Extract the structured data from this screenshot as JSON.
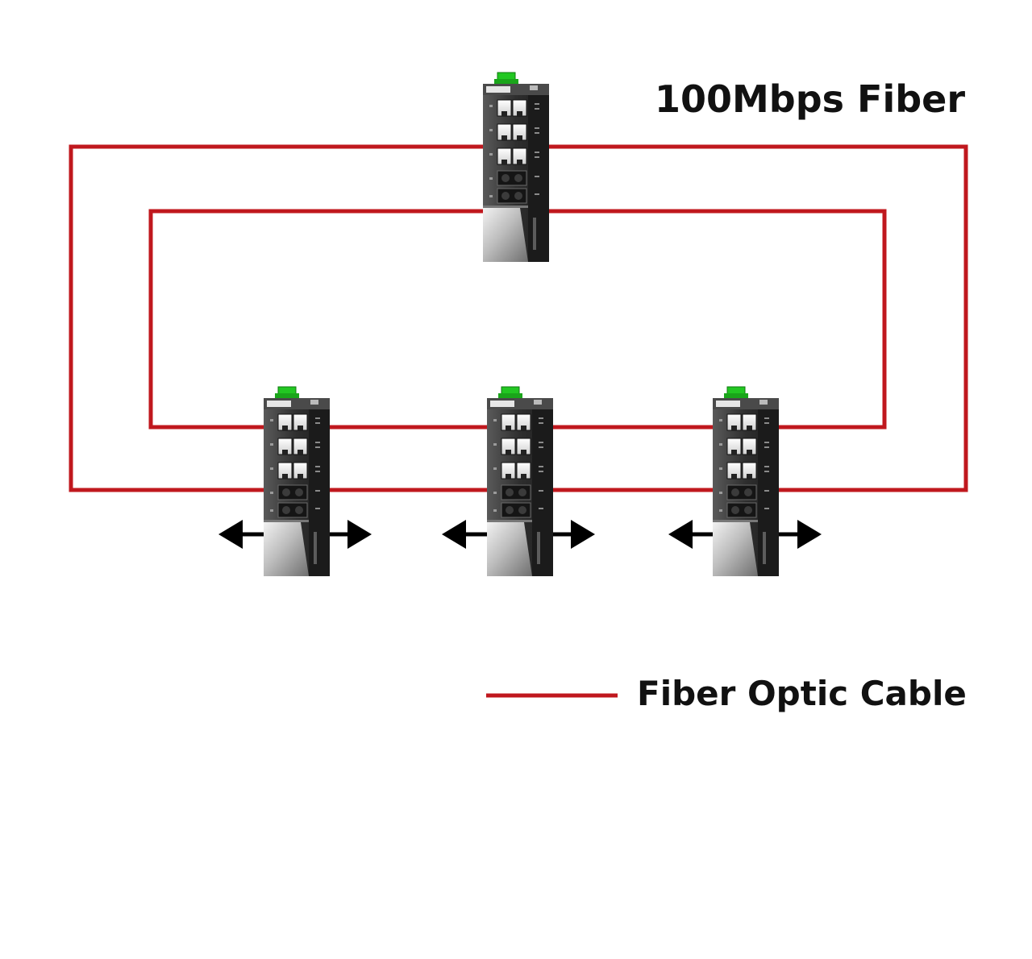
{
  "title": "100Mbps Fiber",
  "legend": {
    "label": "Fiber Optic Cable",
    "color": "#c0181e"
  },
  "colors": {
    "fiber": "#c0181e",
    "arrow": "#000000",
    "switch_body": "#3a3a3a",
    "power_connector": "#22c722"
  },
  "switches": [
    {
      "role": "ring-master",
      "ethernet_ports": 6,
      "fiber_ports": 2,
      "has_arrows": false
    },
    {
      "role": "ring-member",
      "ethernet_ports": 6,
      "fiber_ports": 2,
      "has_arrows": true
    },
    {
      "role": "ring-member",
      "ethernet_ports": 6,
      "fiber_ports": 2,
      "has_arrows": true
    },
    {
      "role": "ring-member",
      "ethernet_ports": 6,
      "fiber_ports": 2,
      "has_arrows": true
    }
  ],
  "rings": [
    {
      "name": "outer-ring",
      "icon": "fiber-cable"
    },
    {
      "name": "inner-ring",
      "icon": "fiber-cable"
    }
  ]
}
